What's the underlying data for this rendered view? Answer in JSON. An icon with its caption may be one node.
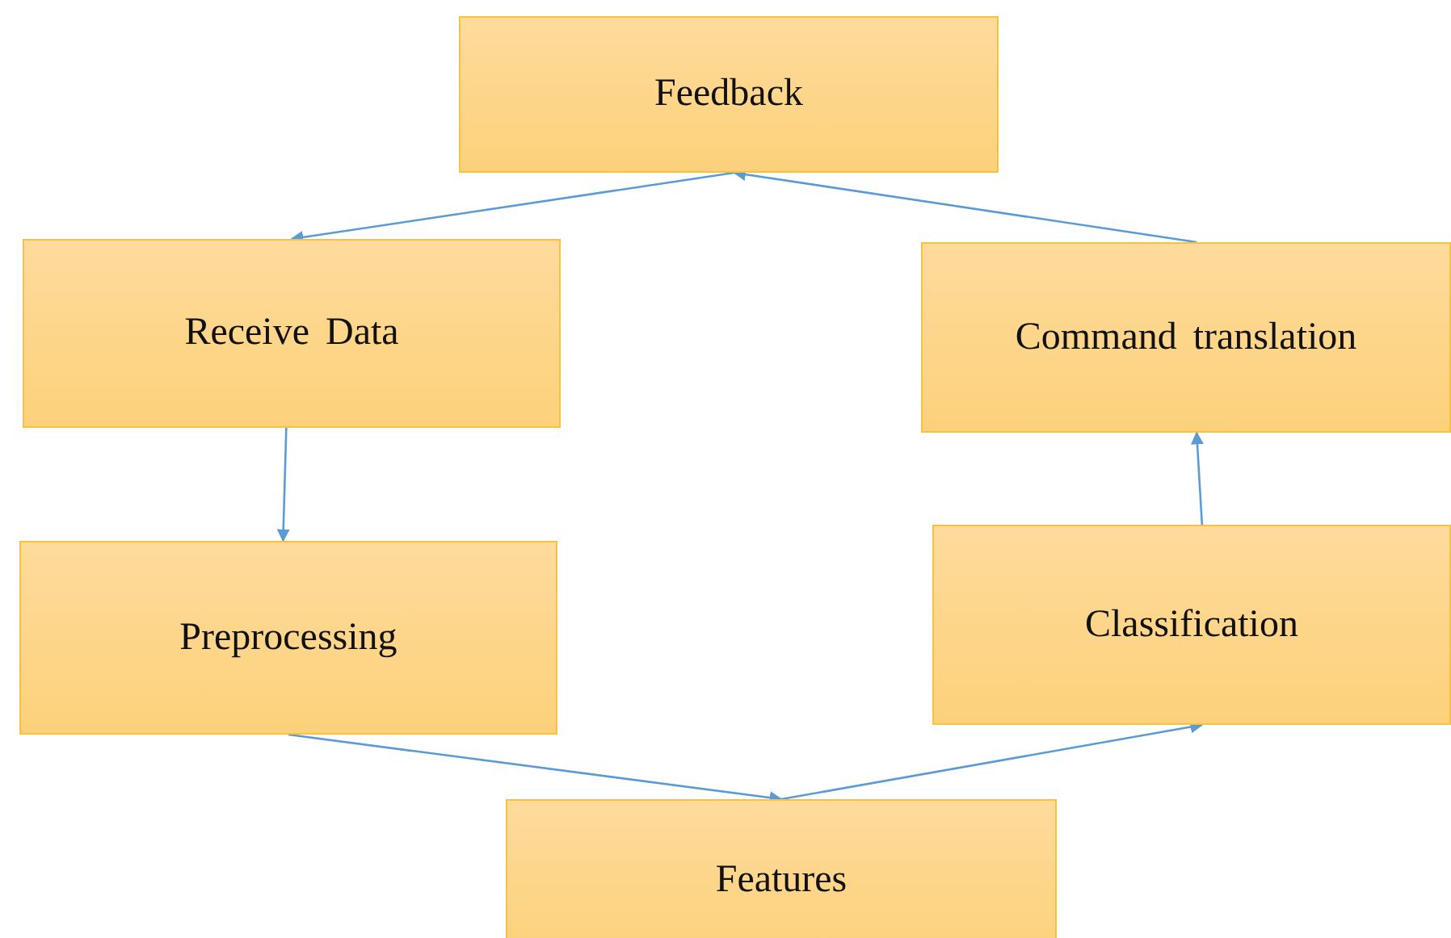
{
  "diagram": {
    "nodes": [
      {
        "text": [
          "Feedback"
        ]
      },
      {
        "text": [
          "Receive Data"
        ]
      },
      {
        "text": [
          "Command translation"
        ]
      },
      {
        "text": [
          "Preprocessing"
        ]
      },
      {
        "text": [
          "Classification"
        ]
      },
      {
        "text": [
          "Features"
        ]
      }
    ],
    "edges": [
      {
        "from": 0,
        "to": 1,
        "arrow": "to"
      },
      {
        "from": 2,
        "to": 0,
        "arrow": "to"
      },
      {
        "from": 1,
        "to": 3,
        "arrow": "to"
      },
      {
        "from": 4,
        "to": 2,
        "arrow": "to"
      },
      {
        "from": 3,
        "to": 5,
        "arrow": "to"
      },
      {
        "from": 5,
        "to": 4,
        "arrow": "to"
      }
    ]
  }
}
